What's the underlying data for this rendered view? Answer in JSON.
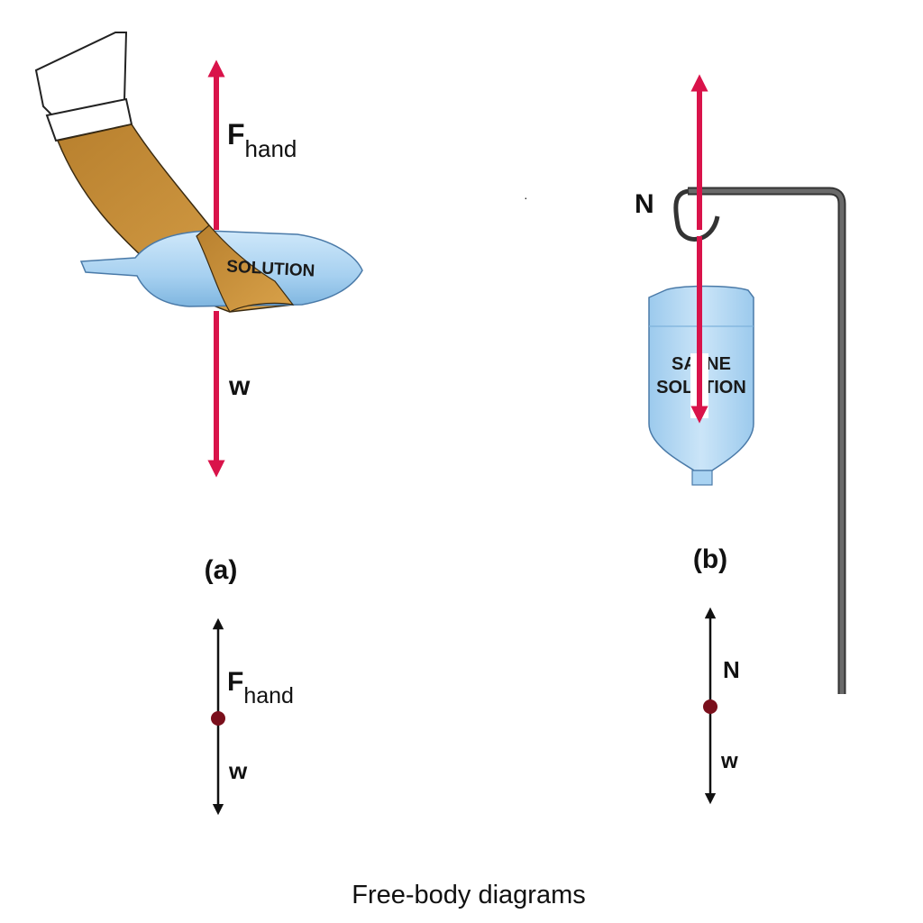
{
  "panel_a": {
    "bag_label": "SOLUTION",
    "force_up": {
      "main": "F",
      "sub": "hand"
    },
    "force_down": "w",
    "panel_label": "(a)",
    "fbd_up": {
      "main": "F",
      "sub": "hand"
    },
    "fbd_down": "w"
  },
  "panel_b": {
    "bottle_line1": "SA  NE",
    "bottle_line2": "SOL  TION",
    "force_up": "N",
    "panel_label": "(b)",
    "fbd_up": "N",
    "fbd_down": "w"
  },
  "caption": "Free-body diagrams",
  "colors": {
    "force_arrow": "#d9134a",
    "fbd_arrow": "#111111",
    "point": "#7a0f1c",
    "bag": "#a9d3f2",
    "arm": "#c9903a",
    "sleeve": "#ffffff",
    "pole": "#5a5a5a"
  }
}
